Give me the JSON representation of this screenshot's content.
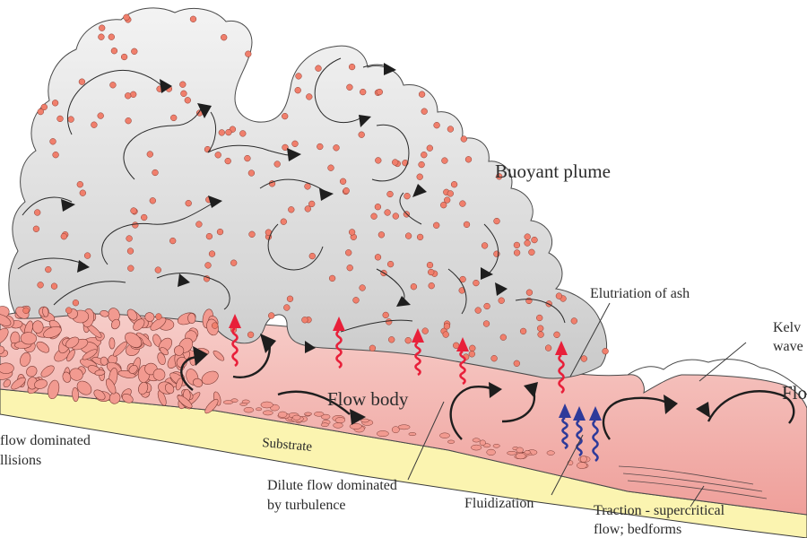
{
  "labels": {
    "buoyant_plume": "Buoyant plume",
    "elutriation": "Elutriation of ash",
    "kelvin_line1": "Kelv",
    "kelvin_line2": "wave",
    "flow_head": "Flo",
    "flow_body": "Flow body",
    "substrate": "Substrate",
    "granular_line1": "flow dominated",
    "granular_line2": "llisions",
    "dilute_line1": "Dilute flow dominated",
    "dilute_line2": "by turbulence",
    "fluidization": "Fluidization",
    "traction_line1": "Traction - supercritical",
    "traction_line2": "flow; bedforms"
  },
  "colors": {
    "plume_fill": "#dcdcdc",
    "flow_fill": "#f2b7b3",
    "substrate_fill": "#fbf4b0",
    "particle": "#f07f6c",
    "clast_fill": "#f29a90",
    "arrow_dark": "#1e1e1e",
    "arrow_red": "#e8203a",
    "arrow_blue": "#2e3a9a"
  }
}
